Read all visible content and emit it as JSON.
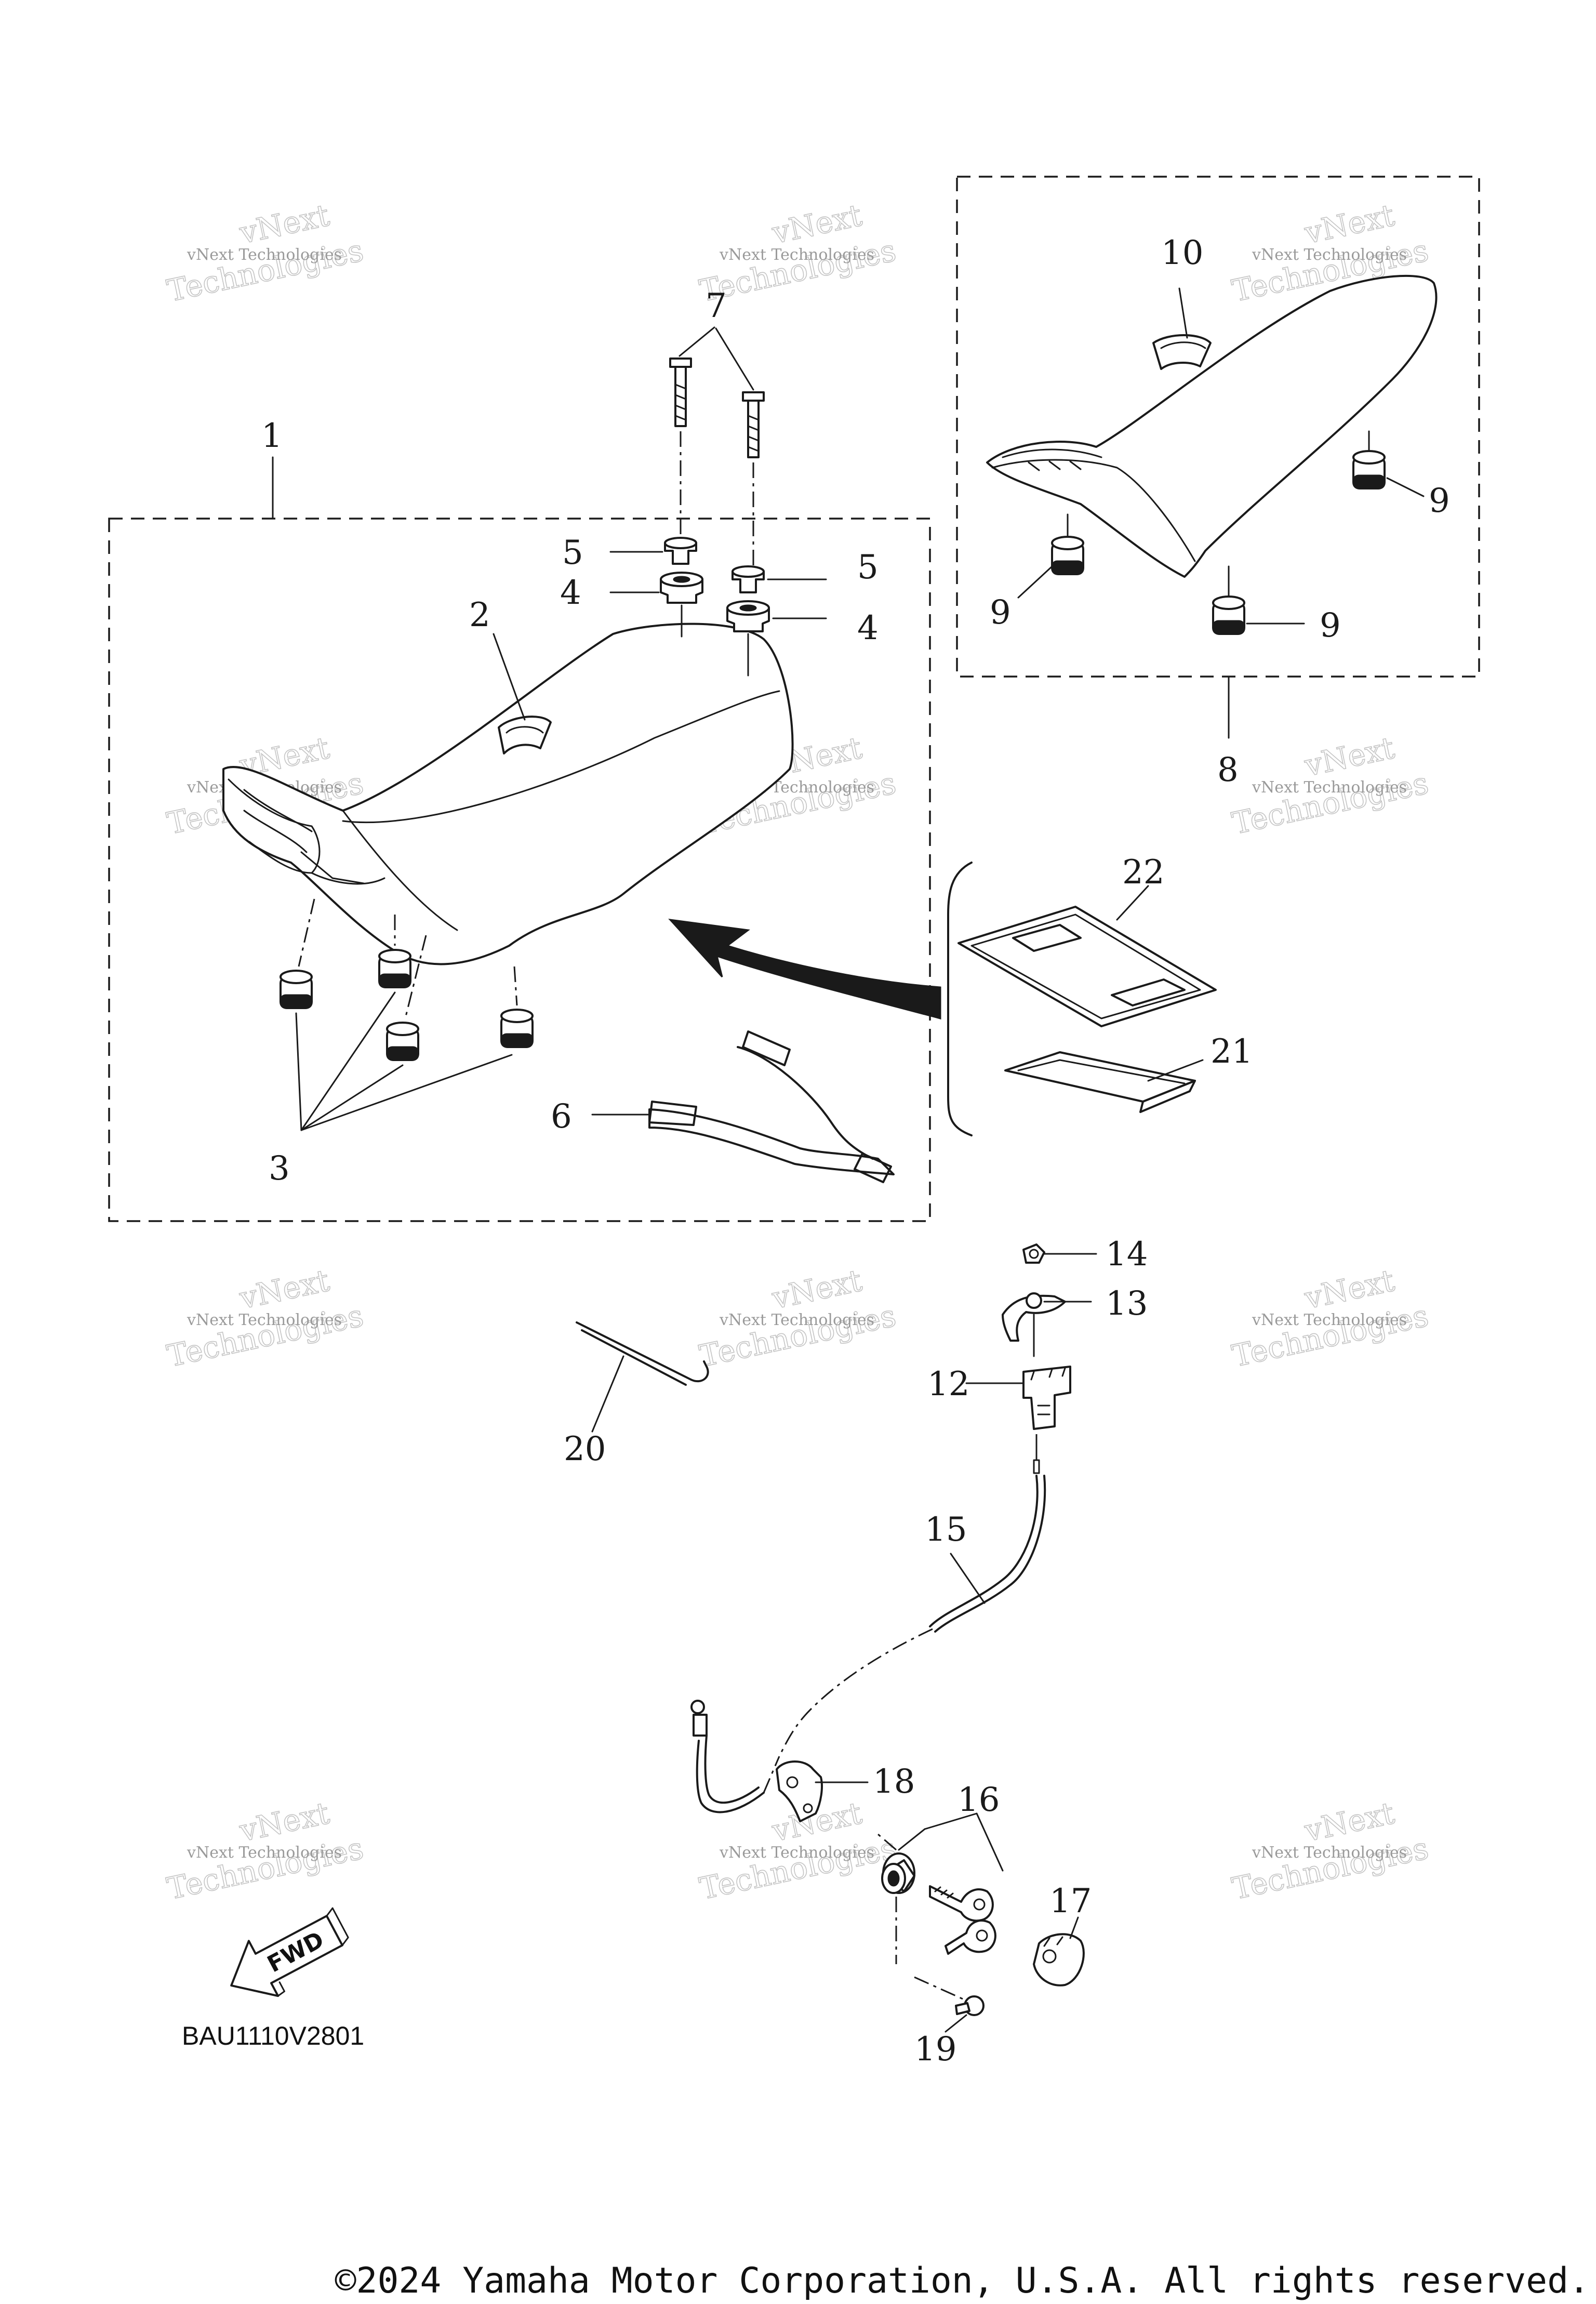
{
  "part_numbers": {
    "p1": "1",
    "p2": "2",
    "p3": "3",
    "p4a": "4",
    "p4b": "4",
    "p5a": "5",
    "p5b": "5",
    "p6": "6",
    "p7": "7",
    "p8": "8",
    "p9a": "9",
    "p9b": "9",
    "p9c": "9",
    "p10": "10",
    "p12": "12",
    "p13": "13",
    "p14": "14",
    "p15": "15",
    "p16": "16",
    "p17": "17",
    "p18": "18",
    "p19": "19",
    "p20": "20",
    "p21": "21",
    "p22": "22"
  },
  "watermark": {
    "line_small": "vNext Technologies",
    "line_large_a": "vNext",
    "line_large_b": "Technologies"
  },
  "fwd_label": "FWD",
  "diagram_code": "BAU1110V2801",
  "copyright": "©2024 Yamaha Motor Corporation, U.S.A. All rights reserved."
}
